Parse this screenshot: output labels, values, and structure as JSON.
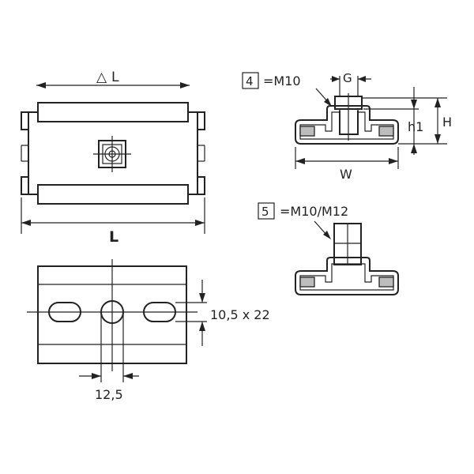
{
  "labels": {
    "delta_l": "L",
    "length": "L",
    "slot_size": "10,5 x 22",
    "slot_pitch": "12,5",
    "callout_4_number": "4",
    "callout_4_text": "=M10",
    "callout_5_number": "5",
    "callout_5_text": "=M10/M12",
    "gap": "G",
    "height_h1": "h1",
    "height_H": "H",
    "width": "W"
  },
  "symbols": {
    "delta": "△"
  }
}
